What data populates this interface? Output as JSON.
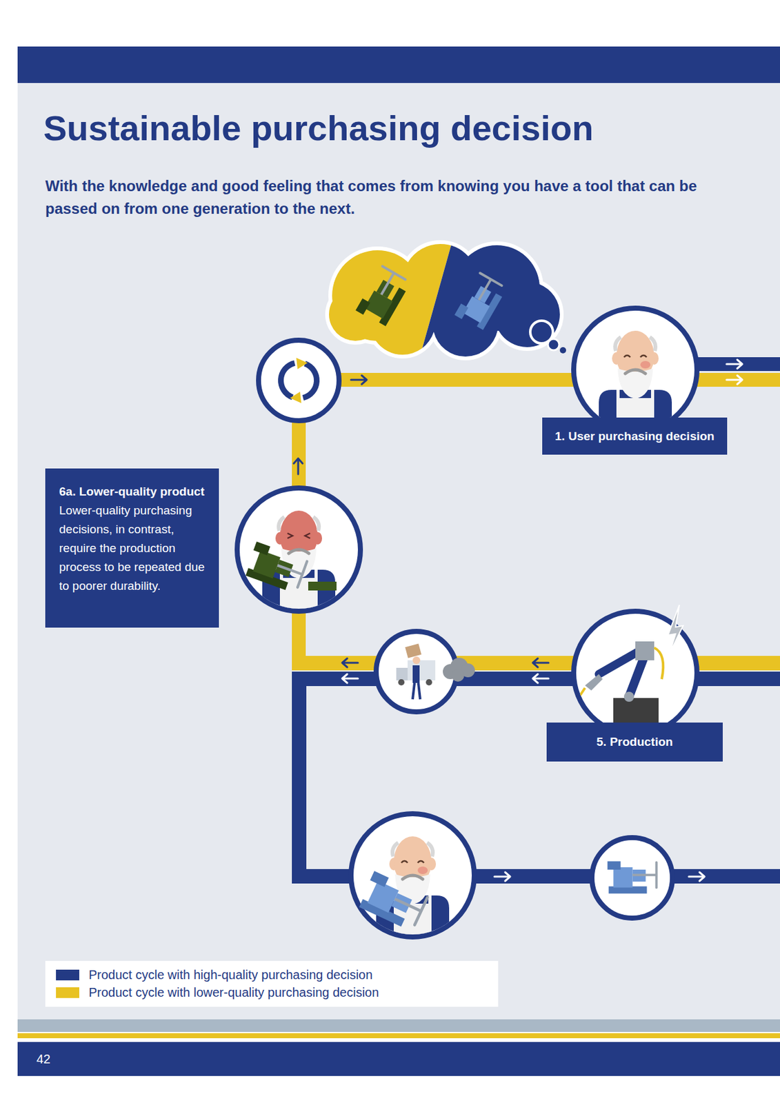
{
  "diagram": {
    "title": "Sustainable purchasing decision",
    "nodes": [
      {
        "text": [
          "1. User purchasing decision"
        ]
      },
      {
        "text": [
          "6a. Lower-quality product",
          "Lower-quality purchasing decisions, in contrast, require the production process to be repeated due to poorer durability."
        ]
      },
      {
        "text": [
          "5. Production"
        ]
      }
    ],
    "labels": [
      "With the knowledge and good feeling that comes from knowing you have a tool that can be passed on from one generation to the next.",
      "42"
    ],
    "legend": [
      {
        "text": "Product cycle with high-quality purchasing decision",
        "color": "#233a84"
      },
      {
        "text": "Product cycle with lower-quality purchasing decision",
        "color": "#e8c223"
      }
    ]
  }
}
